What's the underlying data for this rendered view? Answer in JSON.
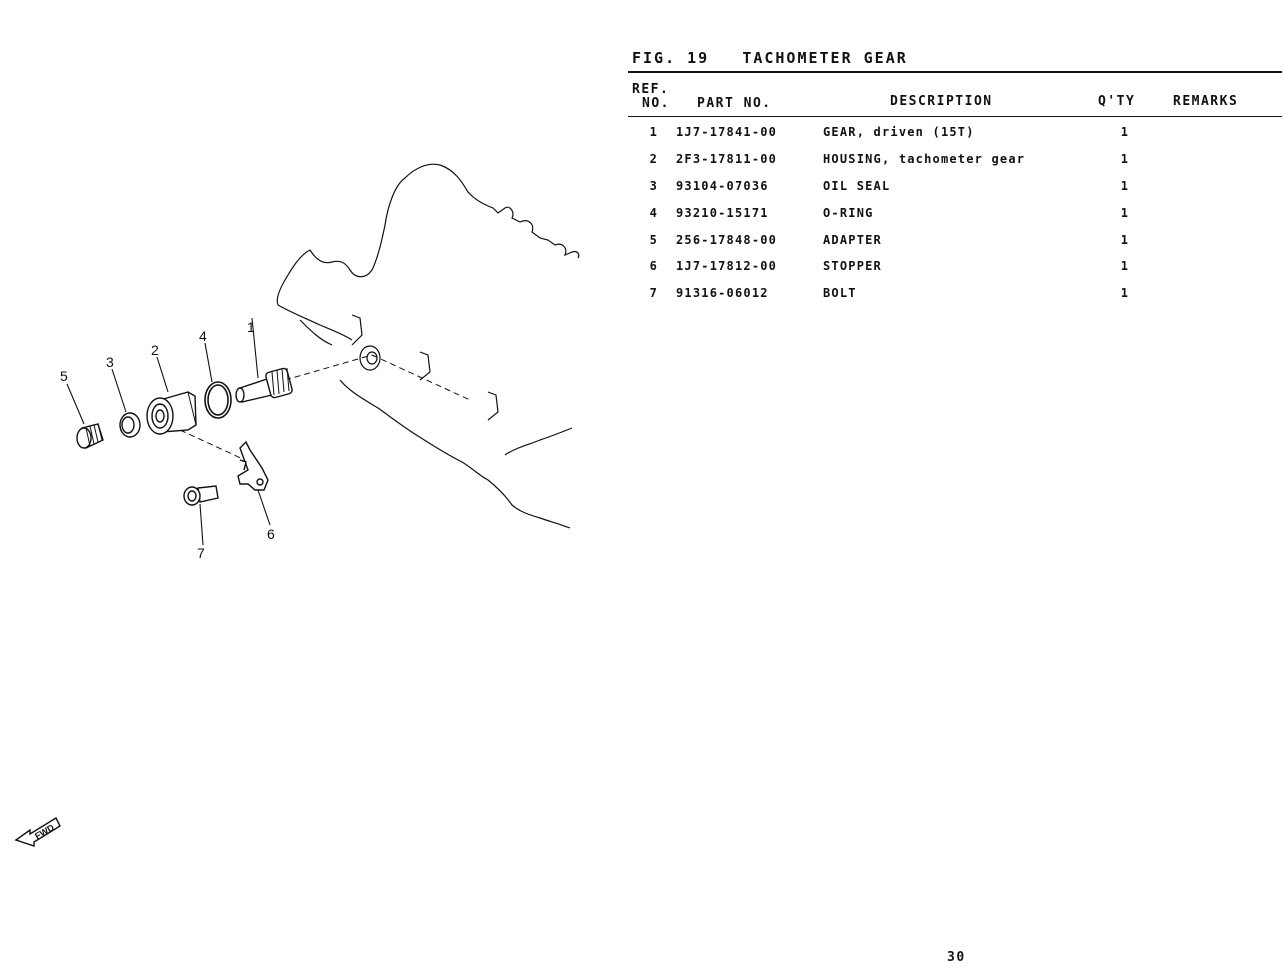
{
  "figure": {
    "label": "FIG. 19",
    "title": "TACHOMETER GEAR"
  },
  "table": {
    "headers": {
      "ref_top": "REF.",
      "ref_bottom": "NO.",
      "part_no": "PART NO.",
      "description": "DESCRIPTION",
      "qty": "Q'TY",
      "remarks": "REMARKS"
    },
    "rows": [
      {
        "ref": "1",
        "part_no": "1J7-17841-00",
        "description": "GEAR, driven (15T)",
        "qty": "1",
        "remarks": ""
      },
      {
        "ref": "2",
        "part_no": "2F3-17811-00",
        "description": "HOUSING, tachometer gear",
        "qty": "1",
        "remarks": ""
      },
      {
        "ref": "3",
        "part_no": "93104-07036",
        "description": "OIL SEAL",
        "qty": "1",
        "remarks": ""
      },
      {
        "ref": "4",
        "part_no": "93210-15171",
        "description": "O-RING",
        "qty": "1",
        "remarks": ""
      },
      {
        "ref": "5",
        "part_no": "256-17848-00",
        "description": "ADAPTER",
        "qty": "1",
        "remarks": ""
      },
      {
        "ref": "6",
        "part_no": "1J7-17812-00",
        "description": "STOPPER",
        "qty": "1",
        "remarks": ""
      },
      {
        "ref": "7",
        "part_no": "91316-06012",
        "description": "BOLT",
        "qty": "1",
        "remarks": ""
      }
    ]
  },
  "diagram": {
    "callouts": [
      "1",
      "2",
      "3",
      "4",
      "5",
      "6",
      "7"
    ],
    "fwd_marker": "FWD",
    "fwd_icon": "fwd-arrow-icon"
  },
  "page_number": "30"
}
